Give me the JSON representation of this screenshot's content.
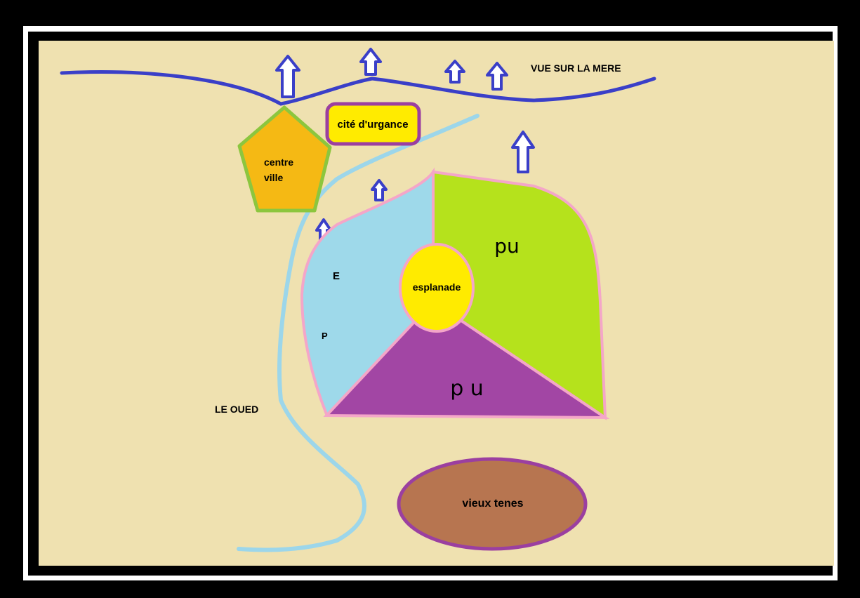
{
  "labels": {
    "sea_view": "VUE SUR LA MERE",
    "emergency_city": "cité d'urgance",
    "city_centre_line1": "centre",
    "city_centre_line2": "ville",
    "esplanade": "esplanade",
    "green_zone": "pu",
    "purple_zone": "p u",
    "blue_zone_letter1": "E",
    "blue_zone_letter2": "P",
    "river": "LE OUED",
    "old_town": "vieux tenes"
  },
  "colors": {
    "background": "#EFE1B0",
    "coast_line": "#3A3FC8",
    "arrow_stroke": "#3A3FC8",
    "river": "#9CD6EA",
    "city_centre_fill": "#F5B914",
    "city_centre_stroke": "#8CC63E",
    "emergency_fill": "#FFEB00",
    "emergency_stroke": "#9B3FA0",
    "blue_zone": "#9ED9EA",
    "green_zone": "#B5E21C",
    "purple_zone": "#A246A4",
    "zone_border": "#F4A6C8",
    "esplanade_fill": "#FFEB00",
    "old_town_fill": "#B77550",
    "old_town_stroke": "#9B3FA0"
  }
}
